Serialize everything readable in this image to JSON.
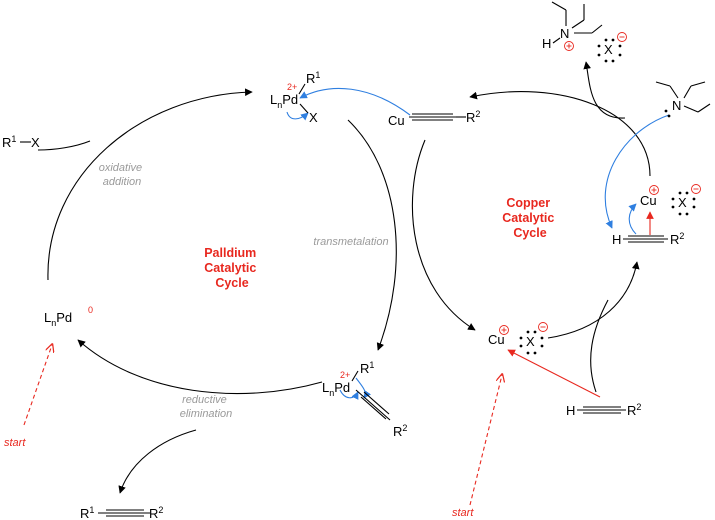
{
  "palladium_cycle": {
    "title_lines": [
      "Palldium",
      "Catalytic",
      "Cycle"
    ],
    "steps": {
      "oxidative_addition": [
        "oxidative",
        "addition"
      ],
      "transmetalation": "transmetalation",
      "reductive_elimination": [
        "reductive",
        "elimination"
      ]
    }
  },
  "copper_cycle": {
    "title_lines": [
      "Copper",
      "Catalytic",
      "Cycle"
    ]
  },
  "species": {
    "aryl_halide": {
      "left": "R",
      "sup": "1",
      "bond": "—",
      "right": "X"
    },
    "pd0": {
      "main": "L",
      "sub": "n",
      "metal": "Pd",
      "sup": "0"
    },
    "pd_oxidative": {
      "ligand": "L",
      "sub": "n",
      "metal": "Pd",
      "charge": "2+",
      "r": "R",
      "r_sup": "1",
      "x": "X"
    },
    "pd_alkynyl": {
      "ligand": "L",
      "sub": "n",
      "metal": "Pd",
      "charge": "2+",
      "r": "R",
      "r_sup": "1",
      "r2": "R",
      "r2_sup": "2"
    },
    "cu_acetylide": {
      "metal": "Cu",
      "r": "R",
      "r_sup": "2"
    },
    "product": {
      "r1": "R",
      "r1_sup": "1",
      "r2": "R",
      "r2_sup": "2"
    },
    "ammonium": {
      "h": "H",
      "n": "N",
      "x": "X"
    },
    "amine": {
      "n": "N"
    },
    "cu_pi_complex": {
      "metal": "Cu",
      "x": "X",
      "h": "H",
      "r": "R",
      "r_sup": "2"
    },
    "cux": {
      "metal": "Cu",
      "x": "X"
    },
    "terminal_alkyne": {
      "h": "H",
      "r": "R",
      "r_sup": "2"
    }
  },
  "start_labels": [
    "start",
    "start"
  ],
  "colors": {
    "cycle_title": "#e8281f",
    "step_label": "#9a9a9a",
    "electron_arrow": "#2f7fe0",
    "red_arrow": "#e8281f"
  }
}
